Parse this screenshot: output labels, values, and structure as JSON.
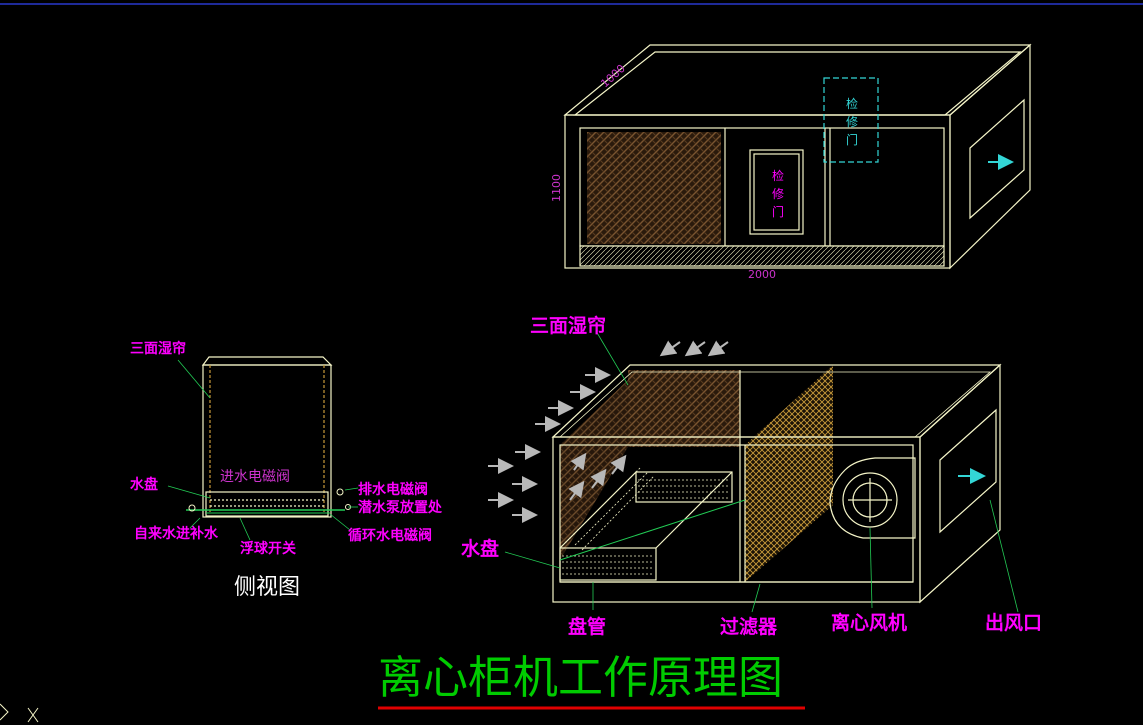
{
  "colors": {
    "background": "#000000",
    "outline": "#F5F5C8",
    "label": "#FF00FF",
    "dimension": "#CC33CC",
    "title": "#00CC00",
    "title_underline": "#E00000",
    "cyan": "#33D6D6",
    "pad_brown": "#7A5530",
    "filter_gold": "#C89A3A",
    "arrow_gray": "#B8B8B8",
    "pipe_green": "#22CC55",
    "frame_blue": "#1E2A9A"
  },
  "top_view": {
    "dim_depth": "1000",
    "dim_height": "1100",
    "dim_width": "2000",
    "door_front": "检\n修\n门",
    "door_top": "检\n修\n门"
  },
  "side_view": {
    "title": "侧视图",
    "label_pad": "三面湿帘",
    "label_tray": "水盘",
    "label_inlet_valve": "进水电磁阀",
    "label_drain_valve": "排水电磁阀",
    "label_pump": "潜水泵放置处",
    "label_tap_water": "自来水进补水",
    "label_float": "浮球开关",
    "label_circ_valve": "循环水电磁阀"
  },
  "main_view": {
    "label_pad": "三面湿帘",
    "label_tray": "水盘",
    "label_coil": "盘管",
    "label_filter": "过滤器",
    "label_fan": "离心风机",
    "label_outlet": "出风口"
  },
  "title": "离心柜机工作原理图"
}
